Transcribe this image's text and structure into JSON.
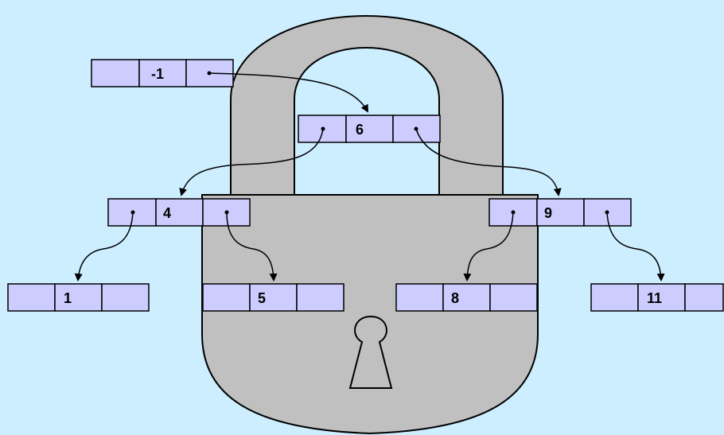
{
  "colors": {
    "background": "#cceeff",
    "lock_body": "#c0c0c0",
    "node_fill": "#ccccff",
    "outline": "#000000"
  },
  "lock": {
    "icon": "padlock-icon",
    "keyhole_icon": "keyhole-icon"
  },
  "nodes": {
    "head": {
      "value": "-1"
    },
    "n6": {
      "value": "6"
    },
    "n4": {
      "value": "4"
    },
    "n9": {
      "value": "9"
    },
    "n1": {
      "value": "1"
    },
    "n5": {
      "value": "5"
    },
    "n8": {
      "value": "8"
    },
    "n11": {
      "value": "11"
    }
  }
}
